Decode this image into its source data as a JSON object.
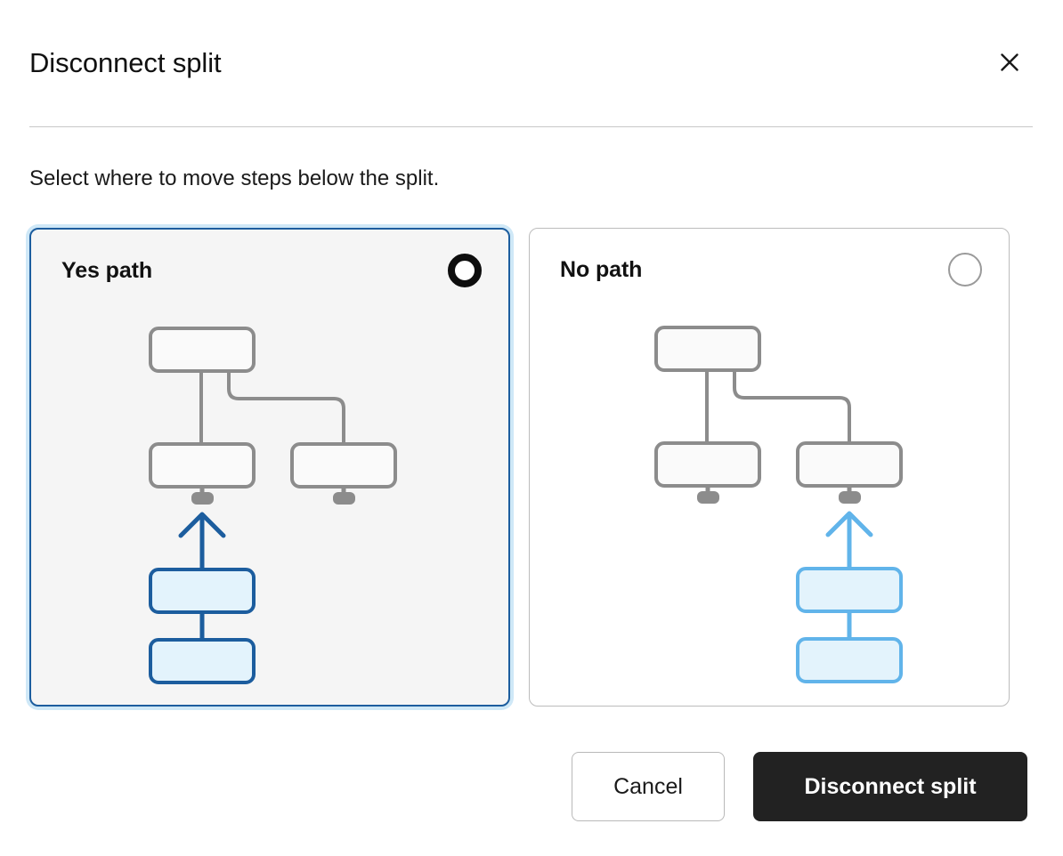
{
  "dialog": {
    "title": "Disconnect split",
    "close_icon": "close-icon",
    "instruction": "Select where to move steps below the split."
  },
  "options": [
    {
      "id": "yes-path",
      "label": "Yes path",
      "selected": true,
      "radio_state": "selected",
      "card_background": "#f5f5f5",
      "border_color": "#1c5d9e",
      "focus_ring_color": "#cfe8f7",
      "existing_node_stroke": "#8c8c8c",
      "existing_node_fill": "#fafafa",
      "moved_node_stroke": "#1c5d9e",
      "moved_node_fill": "#e3f3fc",
      "arrow_color": "#1c5d9e",
      "diagram": {
        "existing_nodes": 3,
        "moved_nodes": 2,
        "attach_target": "left-branch"
      }
    },
    {
      "id": "no-path",
      "label": "No path",
      "selected": false,
      "radio_state": "unselected",
      "card_background": "#ffffff",
      "border_color": "#bcbcbc",
      "focus_ring_color": "none",
      "existing_node_stroke": "#8c8c8c",
      "existing_node_fill": "#fafafa",
      "moved_node_stroke": "#61b4ea",
      "moved_node_fill": "#e3f3fc",
      "arrow_color": "#61b4ea",
      "diagram": {
        "existing_nodes": 3,
        "moved_nodes": 2,
        "attach_target": "right-branch"
      }
    }
  ],
  "footer": {
    "cancel_label": "Cancel",
    "confirm_label": "Disconnect split"
  }
}
